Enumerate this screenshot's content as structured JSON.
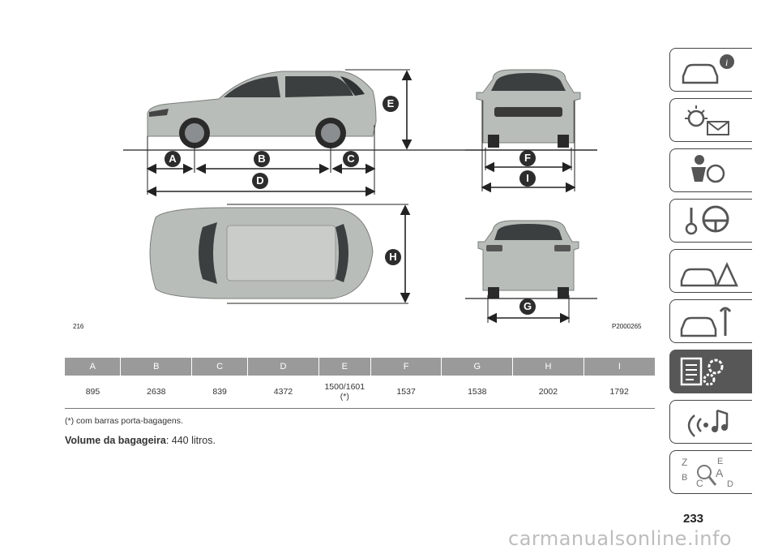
{
  "figure": {
    "number": "216",
    "code": "P2000265",
    "labels": [
      "A",
      "B",
      "C",
      "D",
      "E",
      "F",
      "G",
      "H",
      "I"
    ]
  },
  "table": {
    "headers": [
      "A",
      "B",
      "C",
      "D",
      "E",
      "F",
      "G",
      "H",
      "I"
    ],
    "values": [
      "895",
      "2638",
      "839",
      "4372",
      "1500/1601 (*)",
      "1537",
      "1538",
      "2002",
      "1792"
    ]
  },
  "note": "(*) com barras porta-bagagens.",
  "volume": {
    "label": "Volume da bagageira",
    "value": ": 440 litros."
  },
  "page_number": "233",
  "watermark": "carmanualsonline.info",
  "side_tabs": [
    {
      "icon": "car-info-icon"
    },
    {
      "icon": "warning-lights-icon"
    },
    {
      "icon": "safety-airbag-icon"
    },
    {
      "icon": "starting-driving-icon"
    },
    {
      "icon": "emergency-icon"
    },
    {
      "icon": "maintenance-icon"
    },
    {
      "icon": "technical-data-icon",
      "active": true
    },
    {
      "icon": "multimedia-icon"
    },
    {
      "icon": "index-icon"
    }
  ]
}
